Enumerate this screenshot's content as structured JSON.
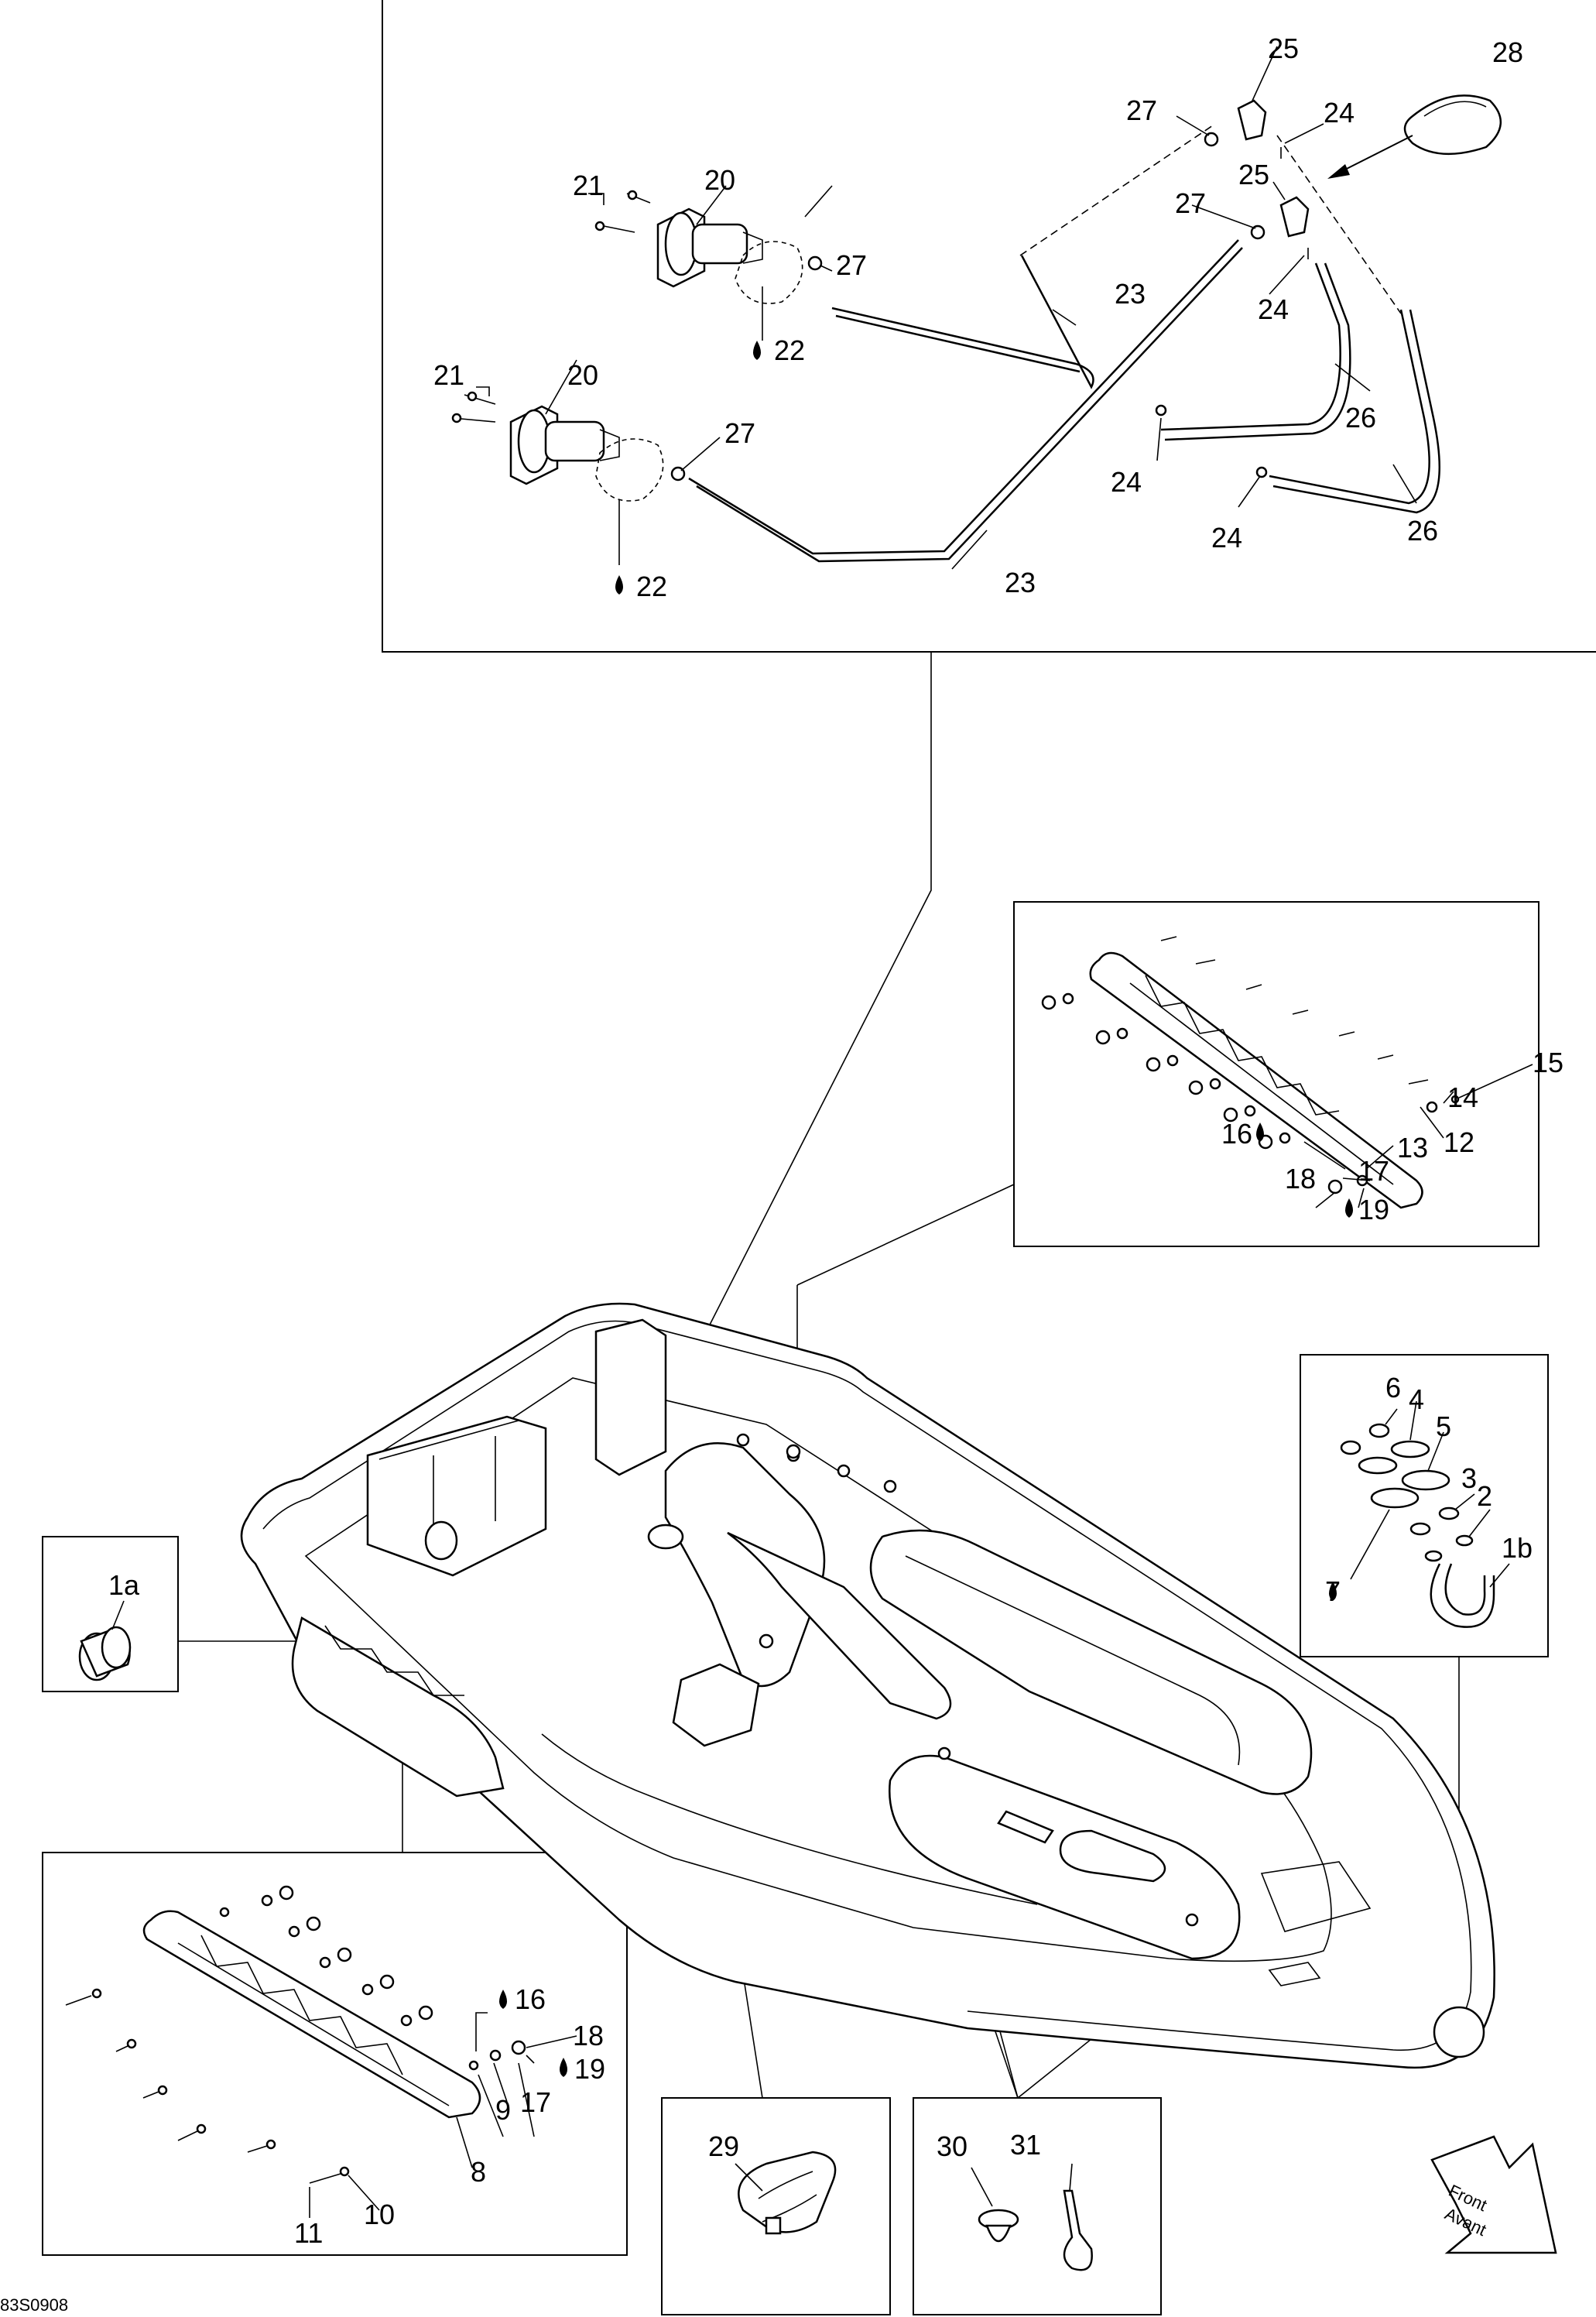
{
  "drawing_code": "83S0908",
  "front_arrow": {
    "line1": "Front",
    "line2": "Avant"
  },
  "callouts": [
    {
      "id": "c1a",
      "text": "1a"
    },
    {
      "id": "c1b",
      "text": "1b"
    },
    {
      "id": "c2",
      "text": "2"
    },
    {
      "id": "c3",
      "text": "3"
    },
    {
      "id": "c4",
      "text": "4"
    },
    {
      "id": "c5",
      "text": "5"
    },
    {
      "id": "c6",
      "text": "6"
    },
    {
      "id": "c7",
      "text": "7"
    },
    {
      "id": "c8",
      "text": "8"
    },
    {
      "id": "c9",
      "text": "9"
    },
    {
      "id": "c10",
      "text": "10"
    },
    {
      "id": "c11",
      "text": "11"
    },
    {
      "id": "c12",
      "text": "12"
    },
    {
      "id": "c13",
      "text": "13"
    },
    {
      "id": "c14",
      "text": "14"
    },
    {
      "id": "c15",
      "text": "15"
    },
    {
      "id": "c16a",
      "text": "16"
    },
    {
      "id": "c16b",
      "text": "16"
    },
    {
      "id": "c17a",
      "text": "17"
    },
    {
      "id": "c17b",
      "text": "17"
    },
    {
      "id": "c18a",
      "text": "18"
    },
    {
      "id": "c18b",
      "text": "18"
    },
    {
      "id": "c19a",
      "text": "19"
    },
    {
      "id": "c19b",
      "text": "19"
    },
    {
      "id": "c20a",
      "text": "20"
    },
    {
      "id": "c20b",
      "text": "20"
    },
    {
      "id": "c21a",
      "text": "21"
    },
    {
      "id": "c21b",
      "text": "21"
    },
    {
      "id": "c22a",
      "text": "22"
    },
    {
      "id": "c22b",
      "text": "22"
    },
    {
      "id": "c23a",
      "text": "23"
    },
    {
      "id": "c23b",
      "text": "23"
    },
    {
      "id": "c24a",
      "text": "24"
    },
    {
      "id": "c24b",
      "text": "24"
    },
    {
      "id": "c24c",
      "text": "24"
    },
    {
      "id": "c24d",
      "text": "24"
    },
    {
      "id": "c25a",
      "text": "25"
    },
    {
      "id": "c25b",
      "text": "25"
    },
    {
      "id": "c26a",
      "text": "26"
    },
    {
      "id": "c26b",
      "text": "26"
    },
    {
      "id": "c27a",
      "text": "27"
    },
    {
      "id": "c27b",
      "text": "27"
    },
    {
      "id": "c27c",
      "text": "27"
    },
    {
      "id": "c27d",
      "text": "27"
    },
    {
      "id": "c28",
      "text": "28"
    },
    {
      "id": "c29",
      "text": "29"
    },
    {
      "id": "c30",
      "text": "30"
    },
    {
      "id": "c31",
      "text": "31"
    }
  ]
}
